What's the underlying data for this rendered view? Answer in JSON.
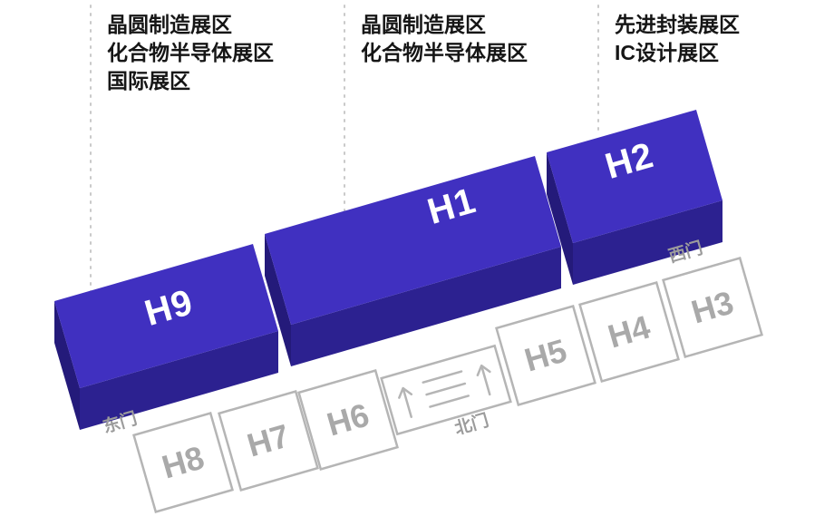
{
  "legend": [
    [
      "晶圆制造展区",
      "化合物半导体展区",
      "国际展区"
    ],
    [
      "晶圆制造展区",
      "化合物半导体展区"
    ],
    [
      "先进封装展区",
      "IC设计展区"
    ]
  ],
  "halls": {
    "h1": "H1",
    "h2": "H2",
    "h3": "H3",
    "h4": "H4",
    "h5": "H5",
    "h6": "H6",
    "h7": "H7",
    "h8": "H8",
    "h9": "H9"
  },
  "gates": {
    "east": "东门",
    "north": "北门",
    "west": "西门"
  },
  "colors": {
    "hall_top": "#4030c0",
    "hall_front": "#2c2190",
    "hall_side": "#241a7a",
    "outline": "#b5b5b5",
    "gray_label": "#a9a9a9",
    "gate_label": "#9c9c9c",
    "leader": "#c9c9c9"
  }
}
